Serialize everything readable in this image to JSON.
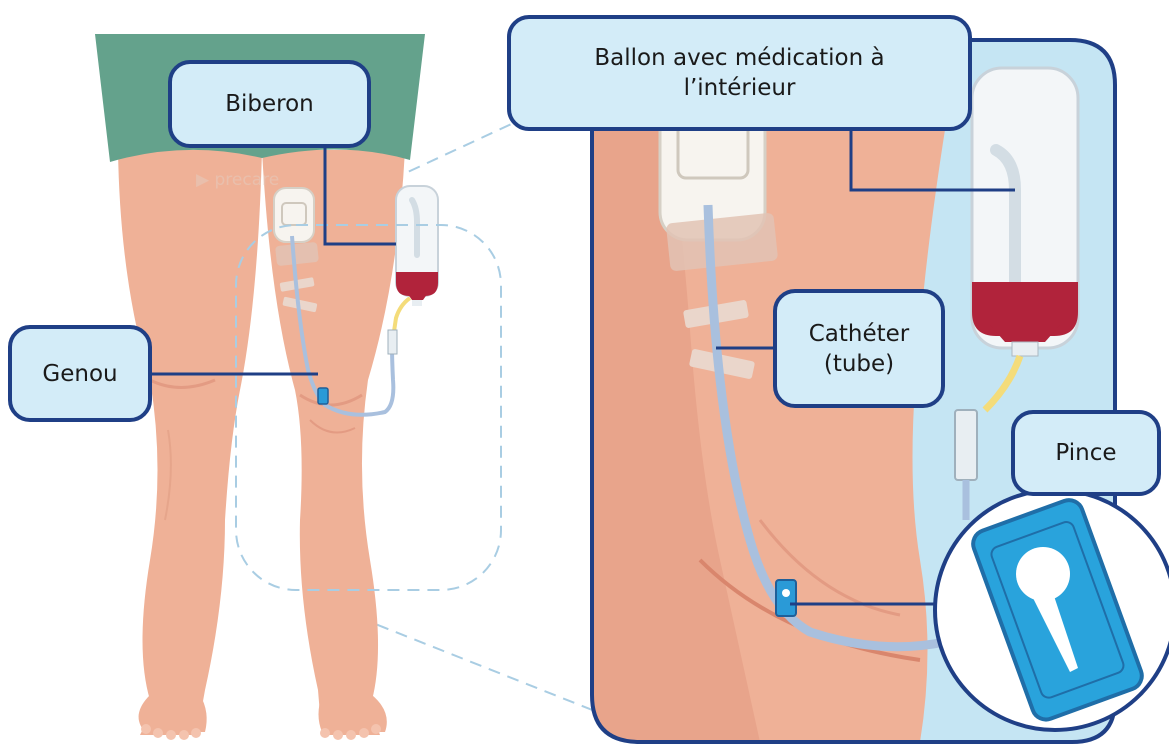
{
  "labels": {
    "biberon": "Biberon",
    "genou": "Genou",
    "ballon": "Ballon avec médication à\nl’intérieur",
    "catheter": "Cathéter\n(tube)",
    "pince": "Pince"
  },
  "watermark": "precare",
  "colors": {
    "shorts": "#64a28c",
    "skin": "#efb197",
    "skin_shadow": "#e39b83",
    "label_fill": "#d3ecf8",
    "label_border": "#1f3f86",
    "panel_fill": "#c5e5f3",
    "medication": "#b1233b",
    "clamp": "#29a3dc",
    "tube": "#a9c0de",
    "dashed": "#9ec4dd"
  }
}
